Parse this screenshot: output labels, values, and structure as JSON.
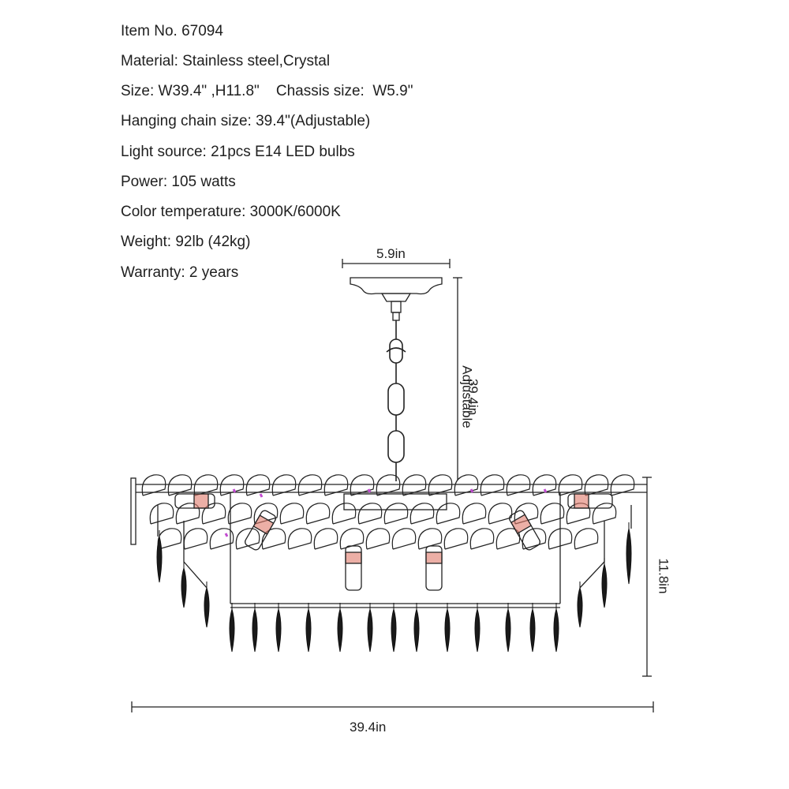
{
  "specs": [
    "Item No. 67094",
    "Material: Stainless steel,Crystal",
    "Size: W39.4\" ,H11.8\"    Chassis size:  W5.9\"",
    "Hanging chain size: 39.4\"(Adjustable)",
    "Light source: 21pcs E14 LED bulbs",
    "Power: 105 watts",
    "Color temperature: 3000K/6000K",
    "Weight: 92lb (42kg)",
    "Warranty: 2 years"
  ],
  "dimensions": {
    "canopy_width": "5.9in",
    "chain_length": "39.4in",
    "chain_note": "Adjustable",
    "height": "11.8in",
    "width": "39.4in"
  },
  "colors": {
    "line": "#222222",
    "bulb_accent": "#e0796a",
    "clip_accent": "#c24bd1"
  }
}
